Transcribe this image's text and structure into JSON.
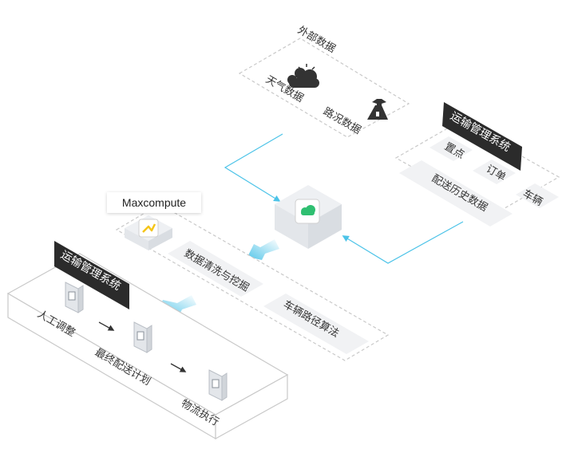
{
  "external": {
    "title": "外部数据",
    "weather": "天气数据",
    "traffic": "路况数据"
  },
  "transport_system": {
    "title": "运输管理系统",
    "site": "置点",
    "order": "订单",
    "history": "配送历史数据",
    "vehicle": "车辆"
  },
  "maxcompute": {
    "tag": "Maxcompute",
    "cleaning": "数据清洗与挖掘",
    "routing": "车辆路径算法"
  },
  "execution": {
    "title": "运输管理系统",
    "manual": "人工调整",
    "final_plan": "最终配送计划",
    "logistics": "物流执行"
  },
  "colors": {
    "accent": "#4cc3e8",
    "dark_label": "#2b2b2b",
    "dashed": "#c9c9c9",
    "box_fill": "#f1f2f4",
    "icon_green": "#2fbf71",
    "icon_yellow": "#f5c518"
  }
}
